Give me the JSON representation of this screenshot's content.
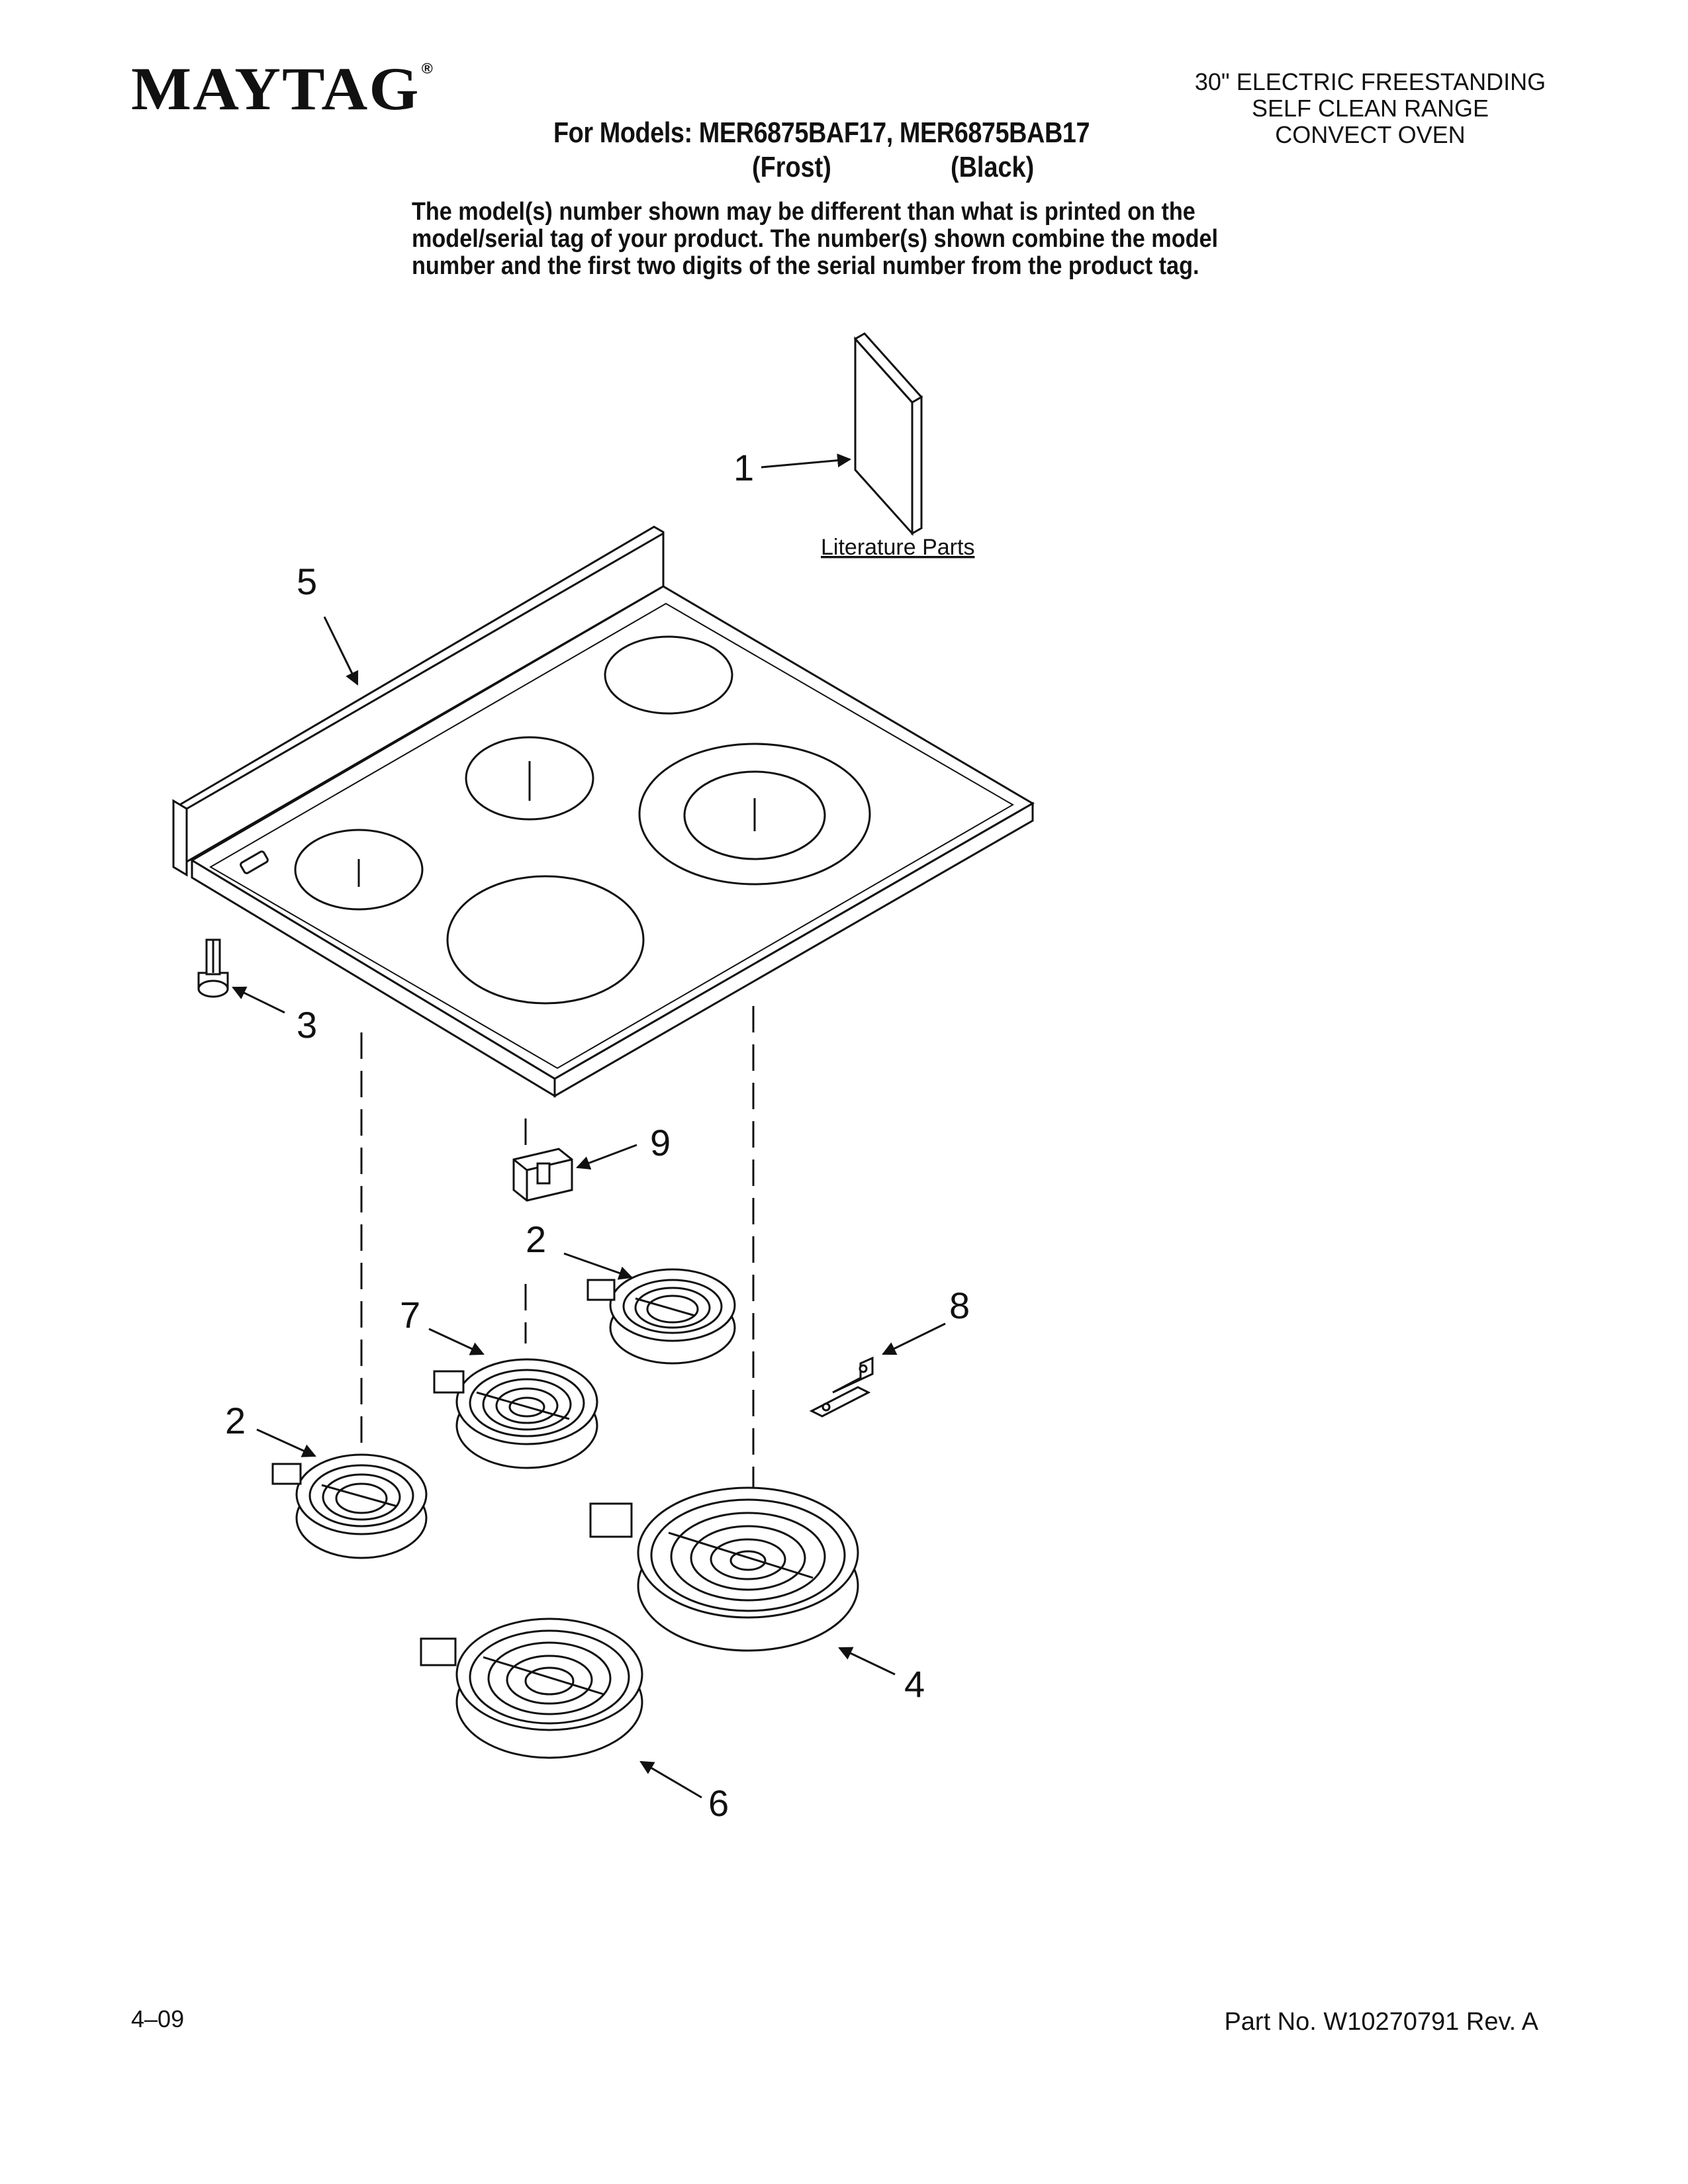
{
  "header": {
    "brand": "MAYTAG",
    "brand_mark": "®",
    "product_line1": "30\" ELECTRIC FREESTANDING",
    "product_line2": "SELF CLEAN RANGE",
    "product_line3": "CONVECT OVEN",
    "models": "For Models: MER6875BAF17, MER6875BAB17",
    "color_1": "(Frost)",
    "color_2": "(Black)"
  },
  "disclaimer": {
    "line1": "The model(s) number shown may be different than what is printed on the",
    "line2": "model/serial tag of your product. The number(s) shown combine the model",
    "line3": "number and the first two digits of the serial number from the product tag."
  },
  "diagram": {
    "literature_label": "Literature Parts",
    "callouts": {
      "c1": "1",
      "c2a": "2",
      "c2b": "2",
      "c3": "3",
      "c4": "4",
      "c5": "5",
      "c6": "6",
      "c7": "7",
      "c8": "8",
      "c9": "9"
    }
  },
  "footer": {
    "date": "4–09",
    "part_number": "Part No. W10270791 Rev. A"
  }
}
